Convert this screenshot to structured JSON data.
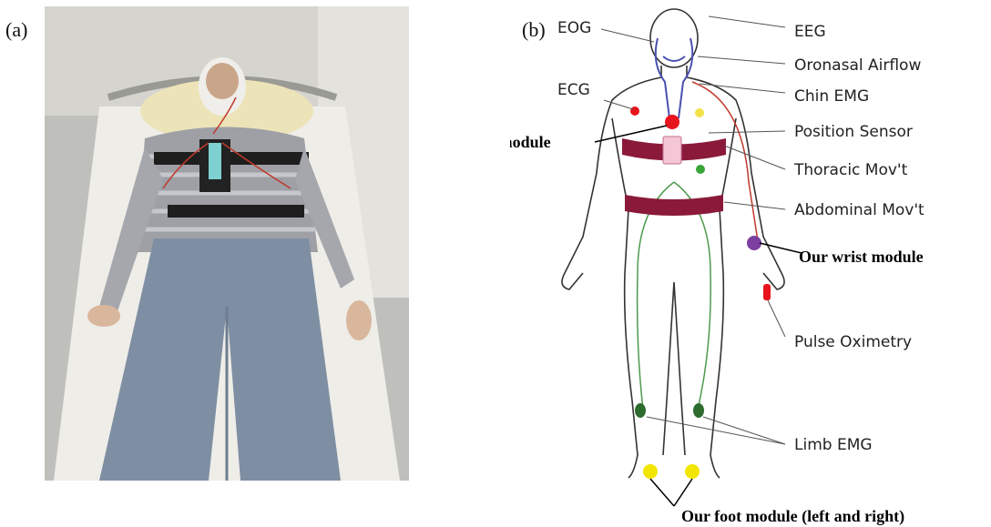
{
  "panels": {
    "a": "(a)",
    "b": "(b)"
  },
  "labels": {
    "eog": "EOG",
    "eeg": "EEG",
    "oronasal": "Oronasal Airflow",
    "ecg": "ECG",
    "chin_emg": "Chin EMG",
    "position": "Position Sensor",
    "thoracic": "Thoracic Mov't",
    "abdominal": "Abdominal Mov't",
    "pulse_ox": "Pulse Oximetry",
    "limb_emg": "Limb EMG"
  },
  "modules": {
    "chest": "Our chest module",
    "wrist": "Our wrist module",
    "foot": "Our foot module (left and right)"
  },
  "colors": {
    "chest_module": "#e8141c",
    "wrist_module": "#7b3fa0",
    "foot_module": "#f2e600",
    "belt": "#8b1a3a",
    "limb_emg": "#2e6b2e",
    "ecg_yellow": "#f3e24a",
    "ecg_green": "#3aa63a"
  }
}
